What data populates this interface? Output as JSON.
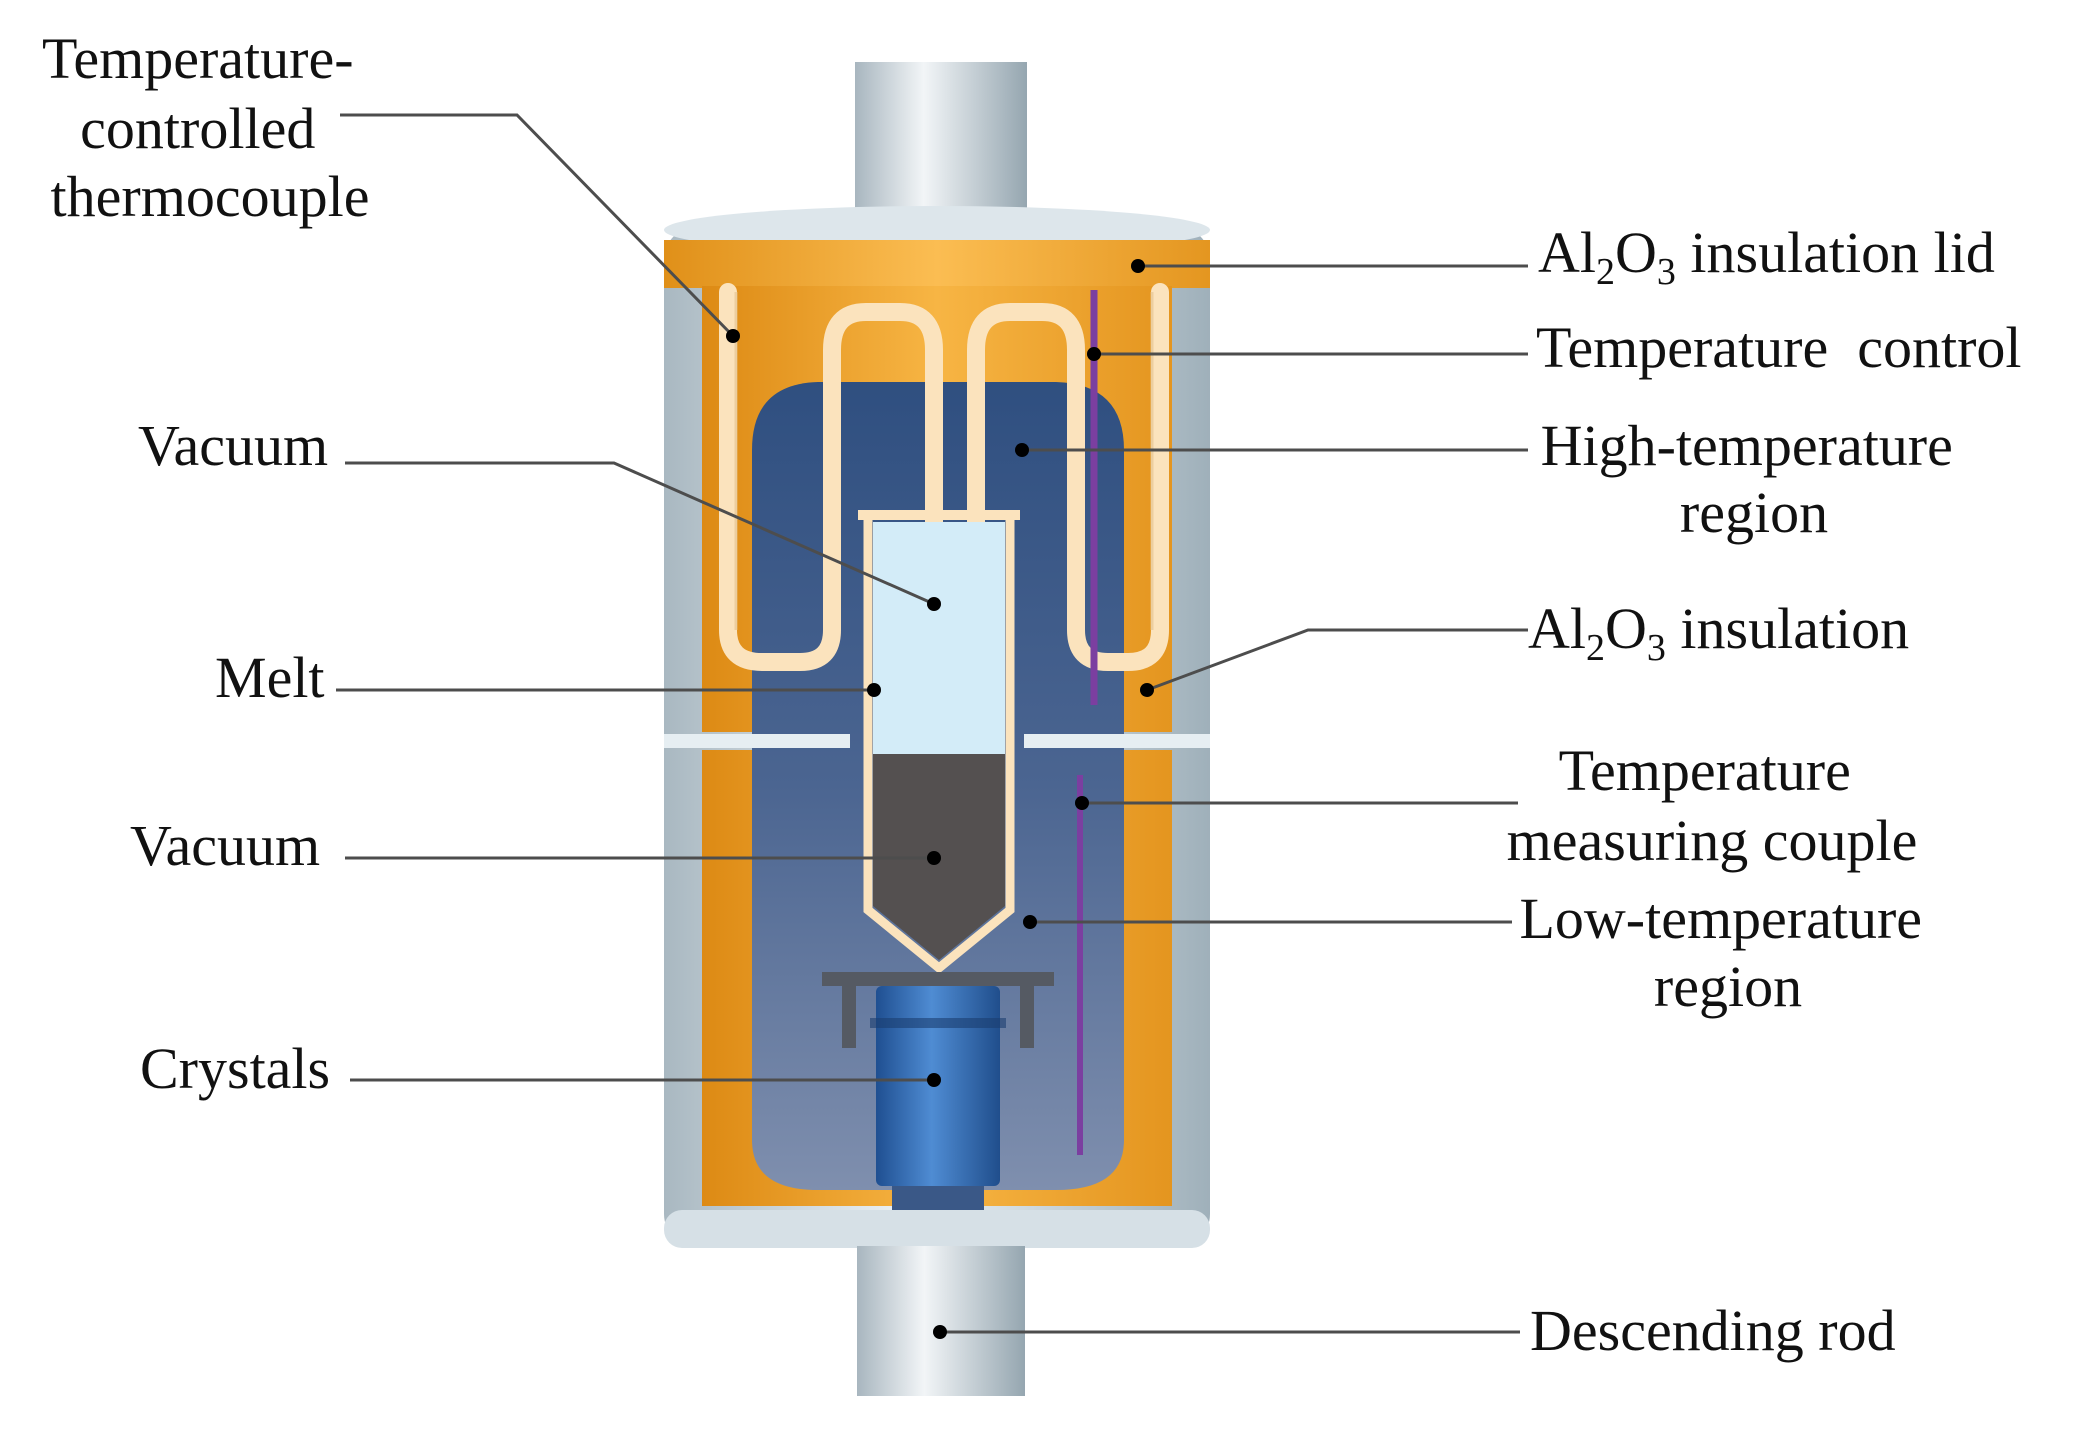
{
  "colors": {
    "background": "#ffffff",
    "shell_gray": "#c9d4da",
    "insulation_orange": "#f3a530",
    "chamber_blue": "#415b86",
    "melt_light_blue": "#d3ecf8",
    "crystal_blue": "#2e63a8",
    "solid_dark": "#545050",
    "heater_cream": "#fbe3bd",
    "thermocouple_purple": "#7b3fa0",
    "leader_line": "#4d4d4d",
    "text": "#111111"
  },
  "labels": {
    "tc_thermocouple": [
      "Temperature-",
      "controlled",
      "thermocouple"
    ],
    "vacuum_top": "Vacuum",
    "melt": "Melt",
    "vacuum_bottom": "Vacuum",
    "crystals": "Crystals",
    "lid_prefix": "Al",
    "lid_sub1": "2",
    "lid_mid": "O",
    "lid_sub2": "3",
    "lid_suffix": " insulation lid",
    "temp_control": "Temperature  control",
    "high_temp_region": [
      "High-temperature",
      "region"
    ],
    "ins_prefix": "Al",
    "ins_sub1": "2",
    "ins_mid": "O",
    "ins_sub2": "3",
    "ins_suffix": " insulation",
    "measuring_couple": [
      "Temperature",
      "measuring couple"
    ],
    "low_temp_region": [
      "Low-temperature",
      "region"
    ],
    "descending_rod": "Descending rod"
  }
}
